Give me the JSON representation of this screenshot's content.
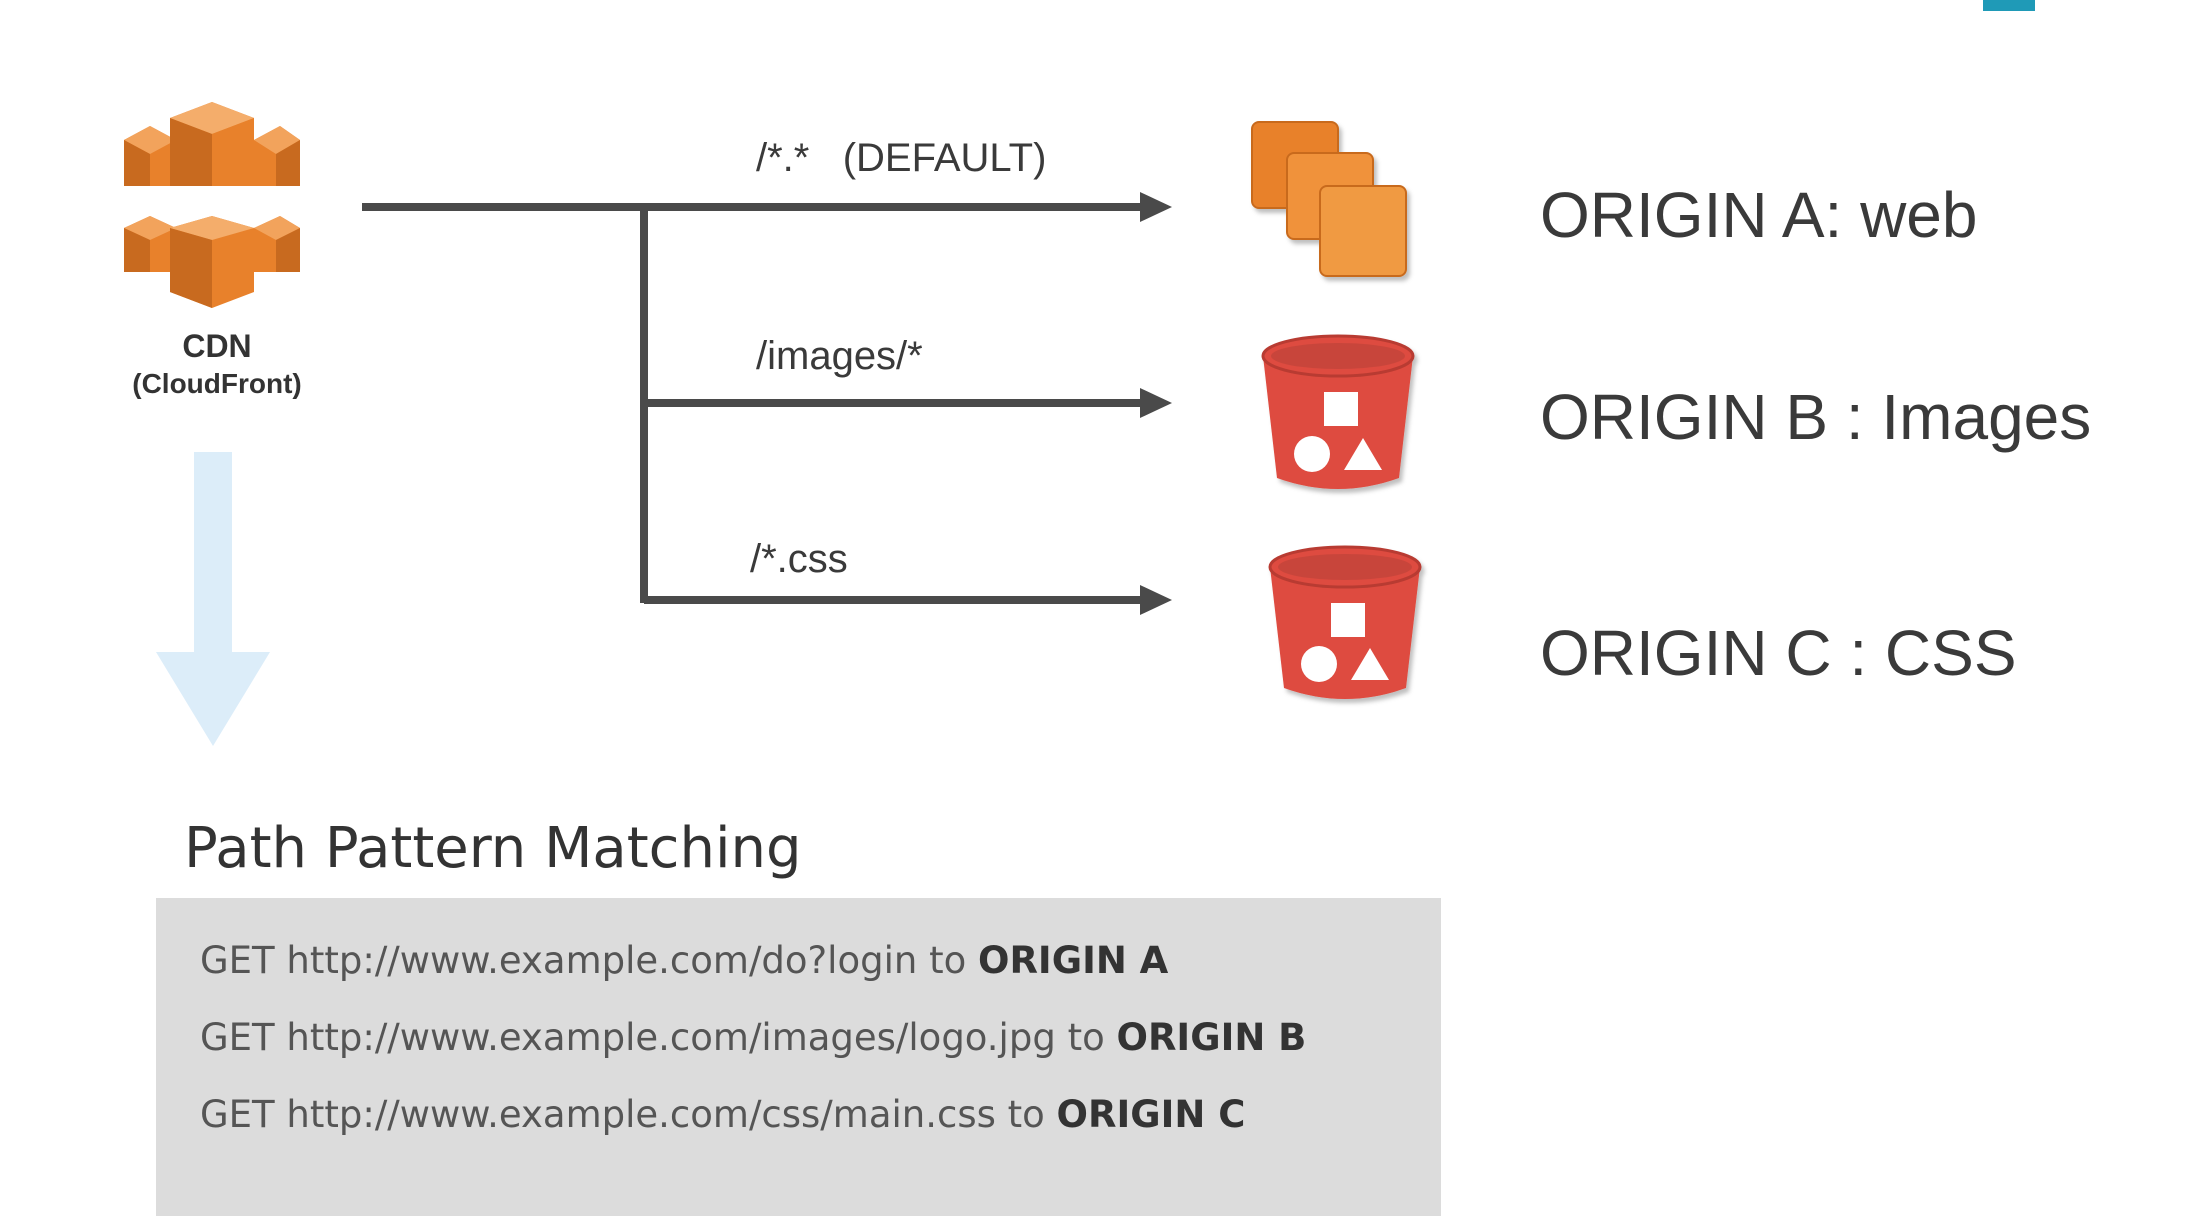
{
  "cdn": {
    "title": "CDN",
    "subtitle": "(CloudFront)",
    "icon": "cloudfront-icon"
  },
  "routes": [
    {
      "pattern": "/*.*   (DEFAULT)"
    },
    {
      "pattern": "/images/*"
    },
    {
      "pattern": "/*.css"
    }
  ],
  "origins": [
    {
      "label": "ORIGIN A: web",
      "icon": "ec2-instances-icon"
    },
    {
      "label": "ORIGIN B : Images",
      "icon": "s3-bucket-icon"
    },
    {
      "label": "ORIGIN C : CSS",
      "icon": "s3-bucket-icon"
    }
  ],
  "path_pattern": {
    "title": "Path Pattern Matching",
    "rows": [
      {
        "request": "GET  http://www.example.com/do?login  to ",
        "target": "ORIGIN  A"
      },
      {
        "request": "GET  http://www.example.com/images/logo.jpg  to ",
        "target": "ORIGIN  B"
      },
      {
        "request": "GET  http://www.example.com/css/main.css  to ",
        "target": "ORIGIN  C"
      }
    ]
  },
  "colors": {
    "line": "#4a4a4a",
    "cloudfront_orange": "#e8812b",
    "s3_red": "#de4b3f",
    "panel_bg": "#dcdcdc",
    "down_arrow": "#dcedf9",
    "accent": "#1f9ab7"
  }
}
